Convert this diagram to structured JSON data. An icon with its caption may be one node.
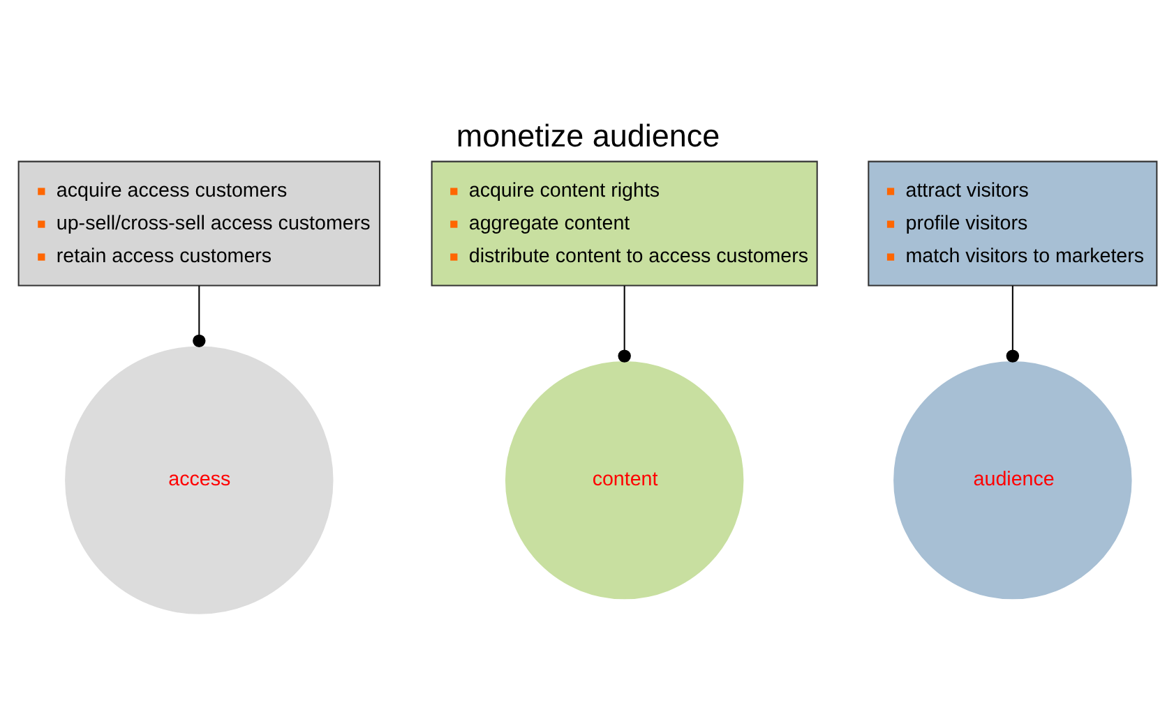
{
  "diagram": {
    "title": "monetize audience",
    "nodes": [
      {
        "text": [
          "access"
        ]
      },
      {
        "text": [
          "content"
        ]
      },
      {
        "text": [
          "audience"
        ]
      },
      {
        "text": [
          "acquire access customers",
          "up-sell/cross-sell access customers",
          "retain access customers"
        ]
      },
      {
        "text": [
          "acquire content rights",
          "aggregate content",
          "distribute content to access customers"
        ]
      },
      {
        "text": [
          "attract visitors",
          "profile visitors",
          "match visitors to marketers"
        ]
      }
    ],
    "edges": [
      {
        "from": 3,
        "to": 0,
        "arrow": "other"
      },
      {
        "from": 4,
        "to": 1,
        "arrow": "other"
      },
      {
        "from": 5,
        "to": 2,
        "arrow": "other"
      }
    ]
  }
}
